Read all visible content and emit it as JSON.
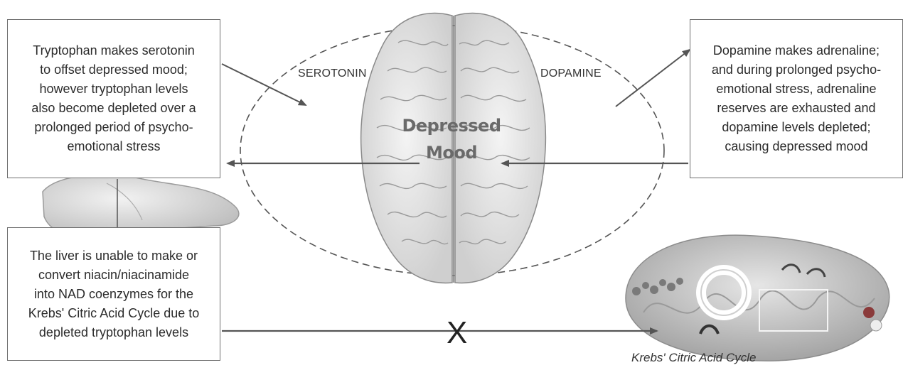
{
  "boxes": {
    "top_left": "Tryptophan makes serotonin\nto offset depressed mood;\nhowever tryptophan levels\nalso become depleted over a\nprolonged period of psycho-\nemotional stress",
    "top_right": "Dopamine makes adrenaline;\nand during prolonged psycho-\nemotional stress, adrenaline\nreserves are exhausted and\ndopamine levels depleted;\ncausing depressed mood",
    "bottom_left": "The liver is unable to make or\nconvert niacin/niacinamide\ninto NAD coenzymes for the\nKrebs' Citric Acid Cycle due to\ndepleted tryptophan levels"
  },
  "labels": {
    "serotonin": "SEROTONIN",
    "dopamine": "DOPAMINE",
    "center_line1": "Depressed",
    "center_line2": "Mood",
    "blocked": "X",
    "krebs_caption": "Krebs' Citric Acid Cycle"
  },
  "colors": {
    "line": "#555555",
    "box_border": "#6f6f6f",
    "brain_fill": "#ececec",
    "liver_fill": "#d9d9d9",
    "mito_fill": "#cfcfcf"
  },
  "icons": {
    "center": "brain-illustration",
    "left": "liver-illustration",
    "right": "mitochondrion-illustration"
  }
}
